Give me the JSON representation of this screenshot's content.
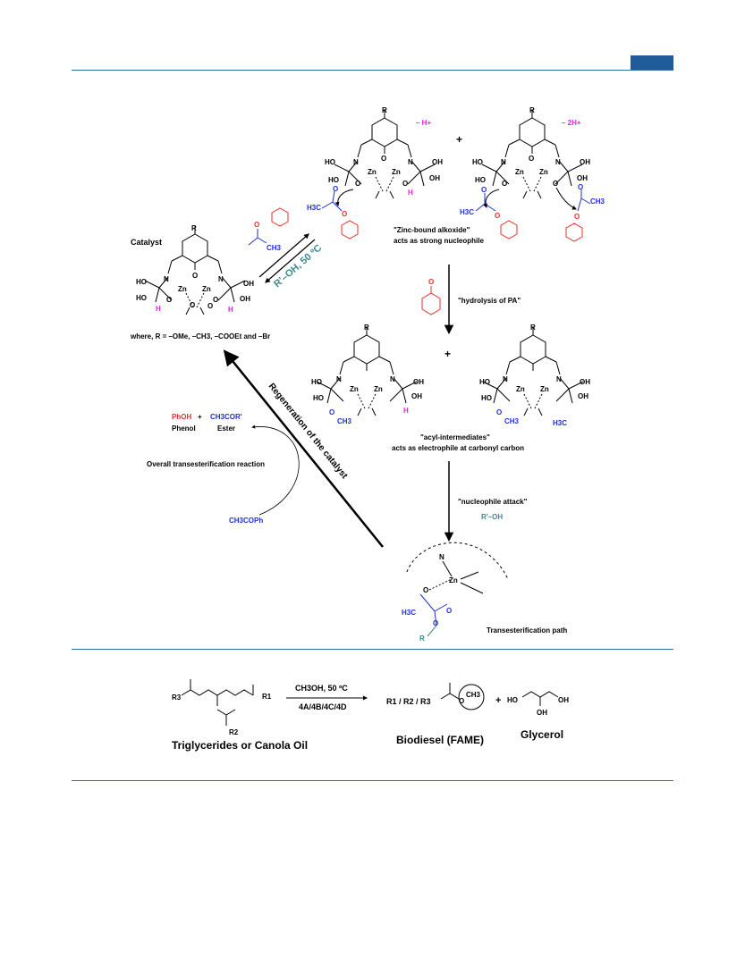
{
  "scheme": {
    "catalyst_label": "Catalyst",
    "r_definition": "where, R = –OMe, –CH3, –COOEt and –Br",
    "reagent_arrow": "R'–OH, 50 ºC",
    "minus_h": "– H+",
    "minus_2h": "– 2H+",
    "zinc_alkoxide_title": "\"Zinc-bound alkoxide\"",
    "zinc_alkoxide_sub": "acts as strong nucleophile",
    "hydrolysis_label": "\"hydrolysis of PA\"",
    "acyl_title": "\"acyl-intermediates\"",
    "acyl_sub": "acts as electrophile at carbonyl carbon",
    "nucleophile_attack": "\"nucleophile attack\"",
    "nucleophile": "R'–OH",
    "transesterification_path": "Transesterification path",
    "regeneration": "Regeneration of the catalyst",
    "overall_reaction": "Overall transesterification reaction",
    "phenol_formula": "PhOH",
    "phenol_name": "Phenol",
    "ester_formula": "CH3COR'",
    "ester_name": "Ester",
    "reactant_formula": "CH3COPh",
    "atoms": {
      "zn": "Zn",
      "n": "N",
      "o": "O",
      "h": "H",
      "r": "R",
      "ho": "HO",
      "oh": "OH",
      "h3c": "H3C",
      "ch3": "CH3",
      "plus": "+"
    }
  },
  "reaction": {
    "conditions_top": "CH3OH, 50 ºC",
    "conditions_bottom": "4A/4B/4C/4D",
    "reactant_label": "Triglycerides or Canola Oil",
    "product1_label": "Biodiesel (FAME)",
    "product2_label": "Glycerol",
    "product1_prefix": "R1 / R2 / R3",
    "substituents": [
      "R3",
      "R1",
      "R2"
    ],
    "plus": "+"
  },
  "colors": {
    "rule": "#2e6fa7",
    "blue": "#1f2fd6",
    "red": "#e8302a",
    "magenta": "#e020e0",
    "teal": "#3f8a8a"
  }
}
